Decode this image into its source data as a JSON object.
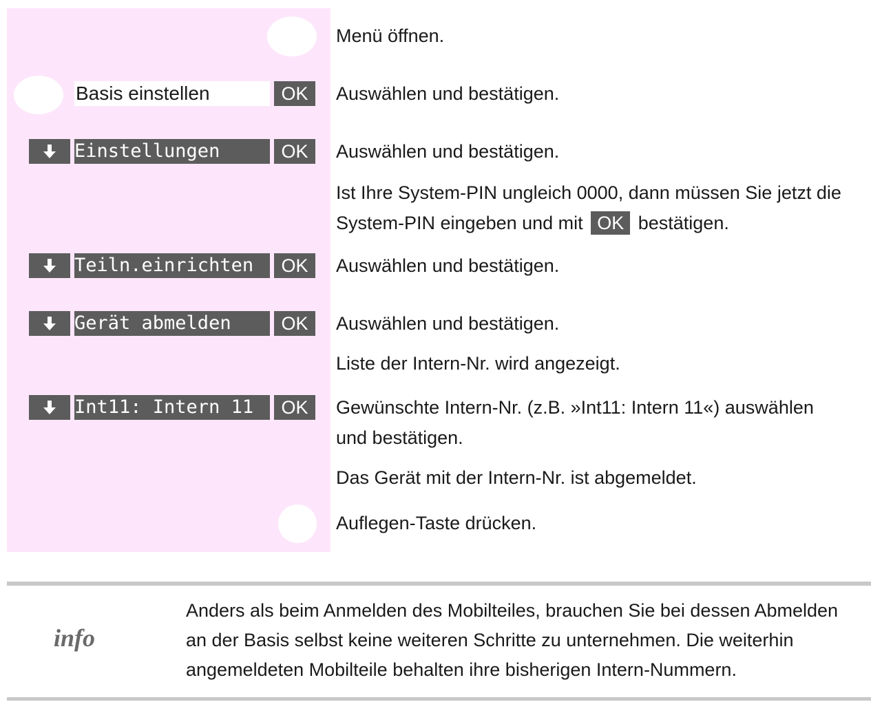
{
  "steps": [
    {
      "display": "",
      "description": "Menü öffnen."
    },
    {
      "display": "Basis einstellen",
      "ok": "OK",
      "description": "Auswählen und bestätigen."
    },
    {
      "display": "Einstellungen",
      "ok": "OK",
      "description": "Auswählen und bestätigen."
    },
    {
      "description_pre": "Ist Ihre System-PIN ungleich 0000, dann müssen Sie jetzt die System-PIN eingeben und mit",
      "ok": "OK",
      "description_post": "bestätigen."
    },
    {
      "display": "Teiln.einrichten",
      "ok": "OK",
      "description": "Auswählen und bestätigen."
    },
    {
      "display": "Gerät abmelden",
      "ok": "OK",
      "description": "Auswählen und bestätigen."
    },
    {
      "description": "Liste der Intern-Nr. wird angezeigt."
    },
    {
      "display": "Int11: Intern 11",
      "ok": "OK",
      "description": "Gewünschte Intern-Nr. (z.B. »Int11: Intern 11«) auswählen und bestätigen."
    },
    {
      "description": "Das Gerät mit der Intern-Nr. ist abgemeldet."
    },
    {
      "description": "Auflegen-Taste drücken."
    }
  ],
  "info": {
    "label": "info",
    "text": "Anders als beim Anmelden des Mobilteiles, brauchen Sie bei dessen Abmelden an der Basis selbst keine weiteren Schritte zu unternehmen. Die weiterhin angemeldeten Mobilteile behalten ihre bisherigen Intern-Nummern."
  },
  "icons": {
    "arrow": "arrow-down-icon",
    "key": "phone-key-icon"
  },
  "colors": {
    "panel": "#fde6fb",
    "display": "#5c5c5c",
    "rule": "#c8c8c8"
  }
}
